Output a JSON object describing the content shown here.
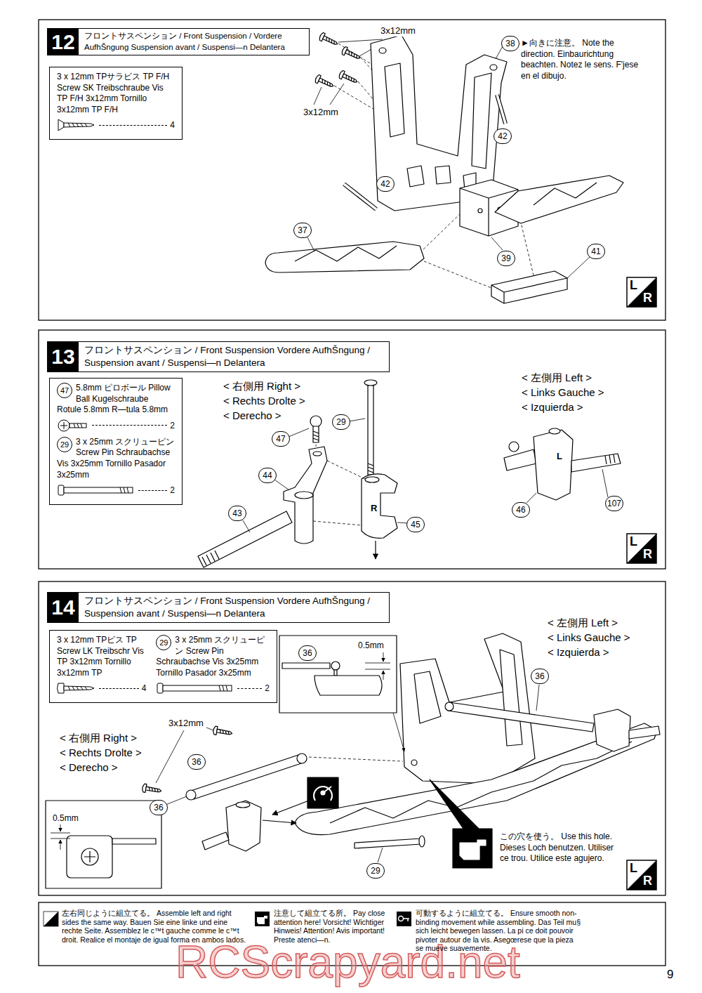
{
  "diagram": {
    "nodes": [
      {
        "text": [
          "12",
          "フロントサスペンション / Front Suspension / Vordere AufhŠngung Suspension avant / Suspensi—n Delantera"
        ]
      },
      {
        "text": [
          "3 x 12mm TPサラビス TP F/H Screw SK Treibschraube Vis TP F/H 3x12mm Tornillo 3x12mm TP F/H",
          "4"
        ]
      },
      {
        "text": [
          "13",
          "フロントサスペンション / Front Suspension Vordere AufhŠngung / Suspension avant / Suspensi—n Delantera"
        ]
      },
      {
        "text": [
          "47",
          "5.8mm ピロボール Pillow Ball Kugelschraube Rotule 5.8mm R—tula 5.8mm",
          "2",
          "29",
          "3 x 25mm スクリューピン Screw Pin Schraubachse Vis 3x25mm Tornillo Pasador 3x25mm",
          "2"
        ]
      },
      {
        "text": [
          "14",
          "フロントサスペンション / Front Suspension Vordere AufhŠngung / Suspension avant / Suspensi—n Delantera"
        ]
      },
      {
        "text": [
          "3 x 12mm TPビス TP Screw LK Treibschr Vis TP 3x12mm Tornillo 3x12mm TP",
          "4",
          "29",
          "3 x 25mm スクリューピン Screw Pin Schraubachse Vis 3x25mm Tornillo Pasador 3x25mm",
          "2"
        ]
      }
    ],
    "labels": [
      "3x12mm",
      "3x12mm",
      "38",
      "►向きに注意。 Note the direction. Einbaurichtung beachten. Notez le sens. F'jese en el dibujo.",
      "42",
      "42",
      "37",
      "39",
      "41",
      "L",
      "R",
      "< 右側用 Right >",
      "< Rechts Drolte >",
      "< Derecho >",
      "47",
      "29",
      "44",
      "43",
      "R",
      "45",
      "< 左側用 Left >",
      "< Links Gauche >",
      "< Izquierda >",
      "L",
      "46",
      "107",
      "L",
      "R",
      "< 左側用 Left >",
      "< Links Gauche >",
      "< Izquierda >",
      "36",
      "0.5mm",
      "36",
      "3x12mm",
      "< 右側用 Right >",
      "< Rechts Drolte >",
      "< Derecho >",
      "36",
      "0.5mm",
      "36",
      "この穴を使う。 Use this hole. Dieses Loch benutzen. Utiliser ce trou. Utilice este agujero.",
      "29",
      "L",
      "R",
      "9",
      "RCScrapyard.net"
    ],
    "legend": [
      {
        "text": "左右同じように組立てる。 Assemble left and right sides the same way. Bauen Sie eine linke und eine rechte Seite. Assemblez le c™t gauche comme le c™t droit. Realice el montaje de igual forma en ambos lados."
      },
      {
        "text": "注意して組立てる所。 Pay close attention here! Vorsicht! Wichtiger Hinweis! Attention! Avis important! Preste atenci—n."
      },
      {
        "text": "可動するように組立てる。 Ensure smooth non-binding movement while assembling. Das Teil mu§ sich leicht bewegen lassen. La pi ce doit pouvoir pivoter autour de la vis. Asegœrese que la pieza se mueve suavemente."
      }
    ]
  }
}
